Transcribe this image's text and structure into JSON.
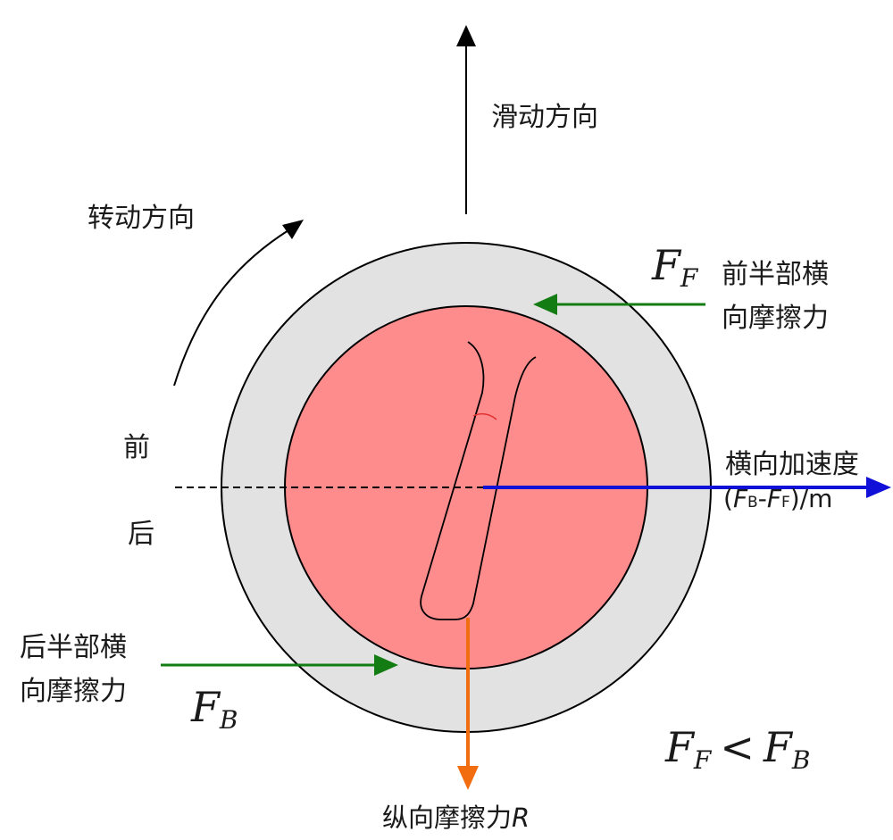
{
  "labels": {
    "sliding_direction": "滑动方向",
    "rotation_direction": "转动方向",
    "front": "前",
    "back": "后",
    "front_force_line1": "前半部横",
    "front_force_line2": "向摩擦力",
    "rear_force_line1": "后半部横",
    "rear_force_line2": "向摩擦力",
    "lateral_accel": "横向加速度",
    "longitudinal_friction": "纵向摩擦力",
    "longitudinal_symbol": "R",
    "ff_main": "F",
    "ff_sub": "F",
    "fb_main": "F",
    "fb_sub": "B",
    "formula_open": "(",
    "formula_fb": "F",
    "formula_fb_sub": "B",
    "formula_minus": "-",
    "formula_ff": "F",
    "formula_ff_sub": "F",
    "formula_close": ")/m",
    "ineq_left": "F",
    "ineq_left_sub": "F",
    "ineq_op": "<",
    "ineq_right": "F",
    "ineq_right_sub": "B"
  },
  "colors": {
    "outer_ring": "#e2e2e2",
    "inner_disc": "#ff8c8c",
    "green_arrow": "#137d13",
    "blue_arrow": "#1010d8",
    "orange_arrow": "#f26c10",
    "line_black": "#000000"
  }
}
